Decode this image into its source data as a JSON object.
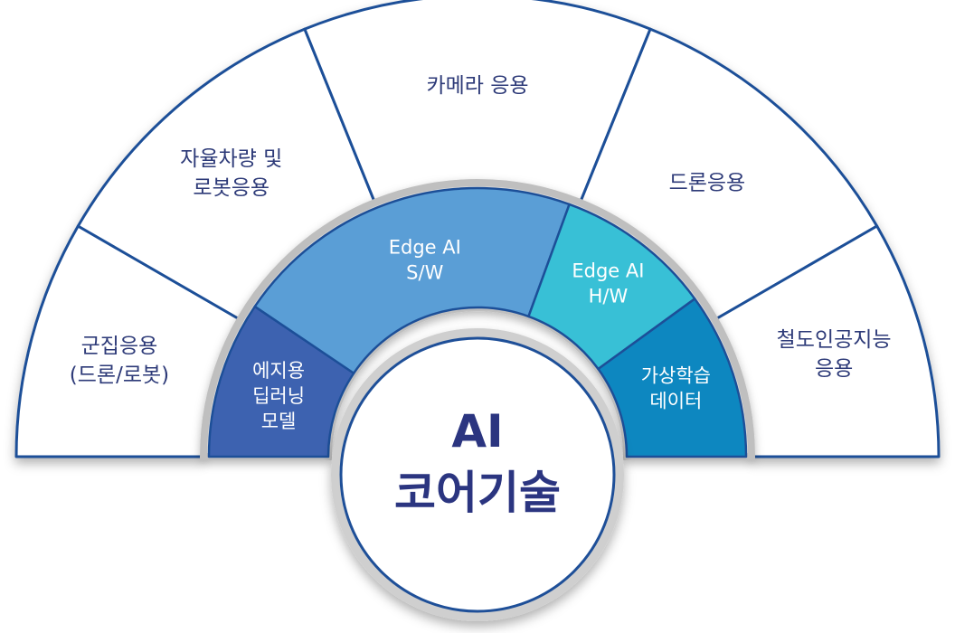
{
  "core": {
    "lines": [
      "AI",
      "코어기술"
    ]
  },
  "inner_ring": [
    {
      "name": "edge-model",
      "lines": [
        "에지용",
        "딥러닝",
        "모델"
      ],
      "color": "#3d62b0"
    },
    {
      "name": "edge-sw",
      "lines": [
        "Edge AI",
        "S/W"
      ],
      "color": "#5a9ed6"
    },
    {
      "name": "edge-hw",
      "lines": [
        "Edge AI",
        "H/W"
      ],
      "color": "#38c0d6"
    },
    {
      "name": "virtual-data",
      "lines": [
        "가상학습",
        "데이터"
      ],
      "color": "#0e87c0"
    }
  ],
  "outer_ring": [
    {
      "name": "swarm",
      "lines": [
        "군집응용",
        "(드론/로봇)"
      ]
    },
    {
      "name": "vehicle",
      "lines": [
        "자율차량 및",
        "로봇응용"
      ]
    },
    {
      "name": "camera",
      "lines": [
        "카메라 응용"
      ]
    },
    {
      "name": "drone",
      "lines": [
        "드론응용"
      ]
    },
    {
      "name": "railway",
      "lines": [
        "철도인공지능",
        "응용"
      ]
    }
  ],
  "colors": {
    "outline": "#1e4f98",
    "outer_fill": "#ffffff",
    "core_text": "#2b3580",
    "outer_text": "#2d3a78"
  }
}
